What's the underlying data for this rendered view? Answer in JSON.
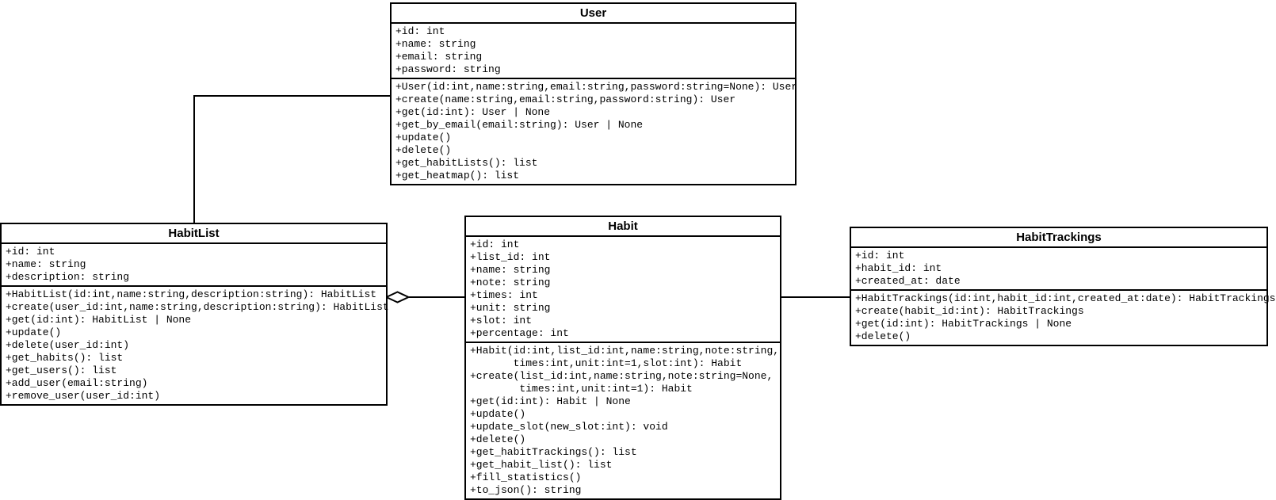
{
  "diagram": {
    "type": "uml-class-diagram",
    "colors": {
      "background": "#ffffff",
      "border": "#000000",
      "text": "#000000"
    },
    "classes": [
      {
        "name": "User",
        "attributes": [
          "+id: int",
          "+name: string",
          "+email: string",
          "+password: string"
        ],
        "methods": [
          "+User(id:int,name:string,email:string,password:string=None): User",
          "+create(name:string,email:string,password:string): User",
          "+get(id:int): User | None",
          "+get_by_email(email:string): User | None",
          "+update()",
          "+delete()",
          "+get_habitLists(): list",
          "+get_heatmap(): list"
        ]
      },
      {
        "name": "HabitList",
        "attributes": [
          "+id: int",
          "+name: string",
          "+description: string"
        ],
        "methods": [
          "+HabitList(id:int,name:string,description:string): HabitList",
          "+create(user_id:int,name:string,description:string): HabitList",
          "+get(id:int): HabitList | None",
          "+update()",
          "+delete(user_id:int)",
          "+get_habits(): list",
          "+get_users(): list",
          "+add_user(email:string)",
          "+remove_user(user_id:int)"
        ]
      },
      {
        "name": "Habit",
        "attributes": [
          "+id: int",
          "+list_id: int",
          "+name: string",
          "+note: string",
          "+times: int",
          "+unit: string",
          "+slot: int",
          "+percentage: int"
        ],
        "methods": [
          "+Habit(id:int,list_id:int,name:string,note:string,",
          "       times:int,unit:int=1,slot:int): Habit",
          "+create(list_id:int,name:string,note:string=None,",
          "        times:int,unit:int=1): Habit",
          "+get(id:int): Habit | None",
          "+update()",
          "+update_slot(new_slot:int): void",
          "+delete()",
          "+get_habitTrackings(): list",
          "+get_habit_list(): list",
          "+fill_statistics()",
          "+to_json(): string"
        ]
      },
      {
        "name": "HabitTrackings",
        "attributes": [
          "+id: int",
          "+habit_id: int",
          "+created_at: date"
        ],
        "methods": [
          "+HabitTrackings(id:int,habit_id:int,created_at:date): HabitTrackings",
          "+create(habit_id:int): HabitTrackings",
          "+get(id:int): HabitTrackings | None",
          "+delete()"
        ]
      }
    ],
    "relationships": [
      {
        "from": "User",
        "to": "HabitList",
        "type": "association"
      },
      {
        "from": "HabitList",
        "to": "Habit",
        "type": "aggregation",
        "diamond_at": "HabitList"
      },
      {
        "from": "Habit",
        "to": "HabitTrackings",
        "type": "association"
      }
    ]
  }
}
